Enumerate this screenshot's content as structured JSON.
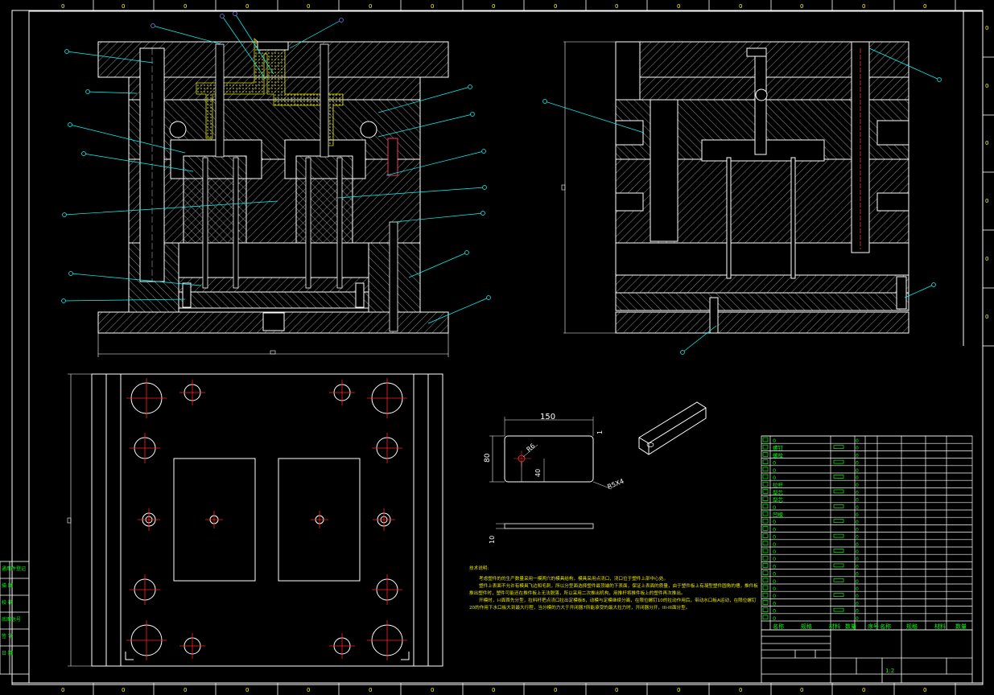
{
  "drawing": {
    "border_numbers": [
      "0",
      "0",
      "0",
      "0",
      "0",
      "0",
      "0",
      "0",
      "0",
      "0",
      "0",
      "0",
      "0",
      "0",
      "0",
      "0",
      "0",
      "0",
      "0",
      "0"
    ]
  },
  "part_dims": {
    "length": "150",
    "height": "80",
    "hole_x": "40",
    "radius": "R6",
    "corner": "R5X4",
    "thickness": "10",
    "gap": "1"
  },
  "tech_notes": {
    "title": "技术说明:",
    "lines": [
      "考虑塑件的的生产数量采用一模两穴的模具结构，模具采用点浇口，浇口位于塑件上部中心处。",
      "塑件上表面不允许有模具飞边和毛刺，所以分型面选择塑件最顶端的下表面，保证上表面的质量，由于塑件板上有凝型塑件圆角的槽，推件板推出塑件时，塑件可能还在推件板上无法脱落，所以采用二次推出机构，用推杆将推件板上的塑件再次推出。",
      "开模时，I-I面首先分型，拉料杆把点浇口拉出定模板B，动模与定模继续分离，在限位螺钉10的拉动作用后，带动水口板A运动，在限位螺钉20的作用下水口板大到最大行程，当分模的力大于开闭器7所能承受的最大拉力时，开闭器分开，III-III面分型。"
    ]
  },
  "left_strip": [
    "通用件登记",
    "描 图",
    "校 核",
    "底图总号",
    "签 字",
    "日 期"
  ],
  "bom": {
    "rows": [
      "0",
      "螺钉",
      "螺栓",
      "0",
      "0",
      "0",
      "拉杆",
      "型芯",
      "型芯",
      "0",
      "凹模",
      "0",
      "0",
      "0",
      "0",
      "0",
      "0",
      "0",
      "0",
      "0",
      "0",
      "0",
      "0",
      "0",
      "0"
    ],
    "header": [
      "名称",
      "规格",
      "材料",
      "数量",
      "序号",
      "名称",
      "规格",
      "材料",
      "数量"
    ],
    "scale": "1:2"
  },
  "colors": {
    "background": "#000000",
    "outline": "#ffffff",
    "leader": "#00ffff",
    "hatch": "#d9d9d9",
    "text_green": "#00ff00",
    "center_red": "#ff0000",
    "notes_yellow": "#e6e600",
    "balloon": "#8080ff"
  }
}
